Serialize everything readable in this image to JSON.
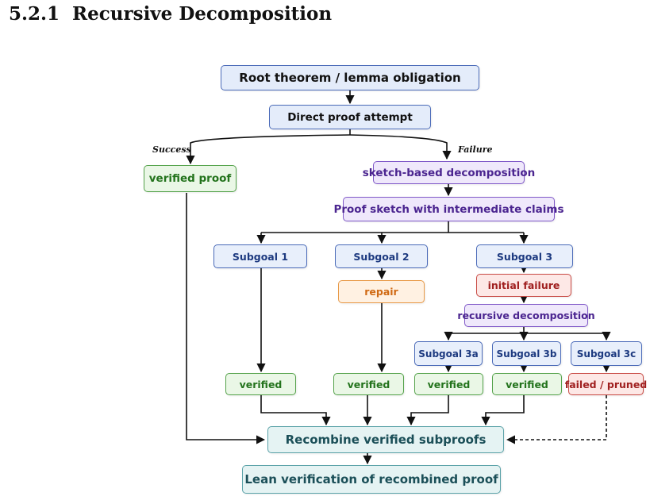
{
  "section": {
    "number": "5.2.1",
    "title": "Recursive Decomposition"
  },
  "nodes": {
    "root": "Root theorem / lemma obligation",
    "direct": "Direct proof attempt",
    "verified_proof": "verified proof",
    "sketch_decomp": "sketch-based decomposition",
    "proof_sketch": "Proof sketch with intermediate claims",
    "subgoal1": "Subgoal 1",
    "subgoal2": "Subgoal 2",
    "subgoal3": "Subgoal 3",
    "repair": "repair",
    "initial_failure": "initial failure",
    "recursive_decomp": "recursive decomposition",
    "subgoal3a": "Subgoal 3a",
    "subgoal3b": "Subgoal 3b",
    "subgoal3c": "Subgoal 3c",
    "verified1": "verified",
    "verified2": "verified",
    "verified3a": "verified",
    "verified3b": "verified",
    "failed_pruned": "failed / pruned",
    "recombine": "Recombine verified subproofs",
    "lean": "Lean verification of recombined proof"
  },
  "edge_labels": {
    "success": "Success",
    "failure": "Failure"
  },
  "colors": {
    "blue": "#4a6ab8",
    "purple": "#8059c8",
    "green": "#54a24a",
    "orange": "#e89a48",
    "red": "#c84a44",
    "teal": "#5aa2a8",
    "arrow": "#111111"
  }
}
